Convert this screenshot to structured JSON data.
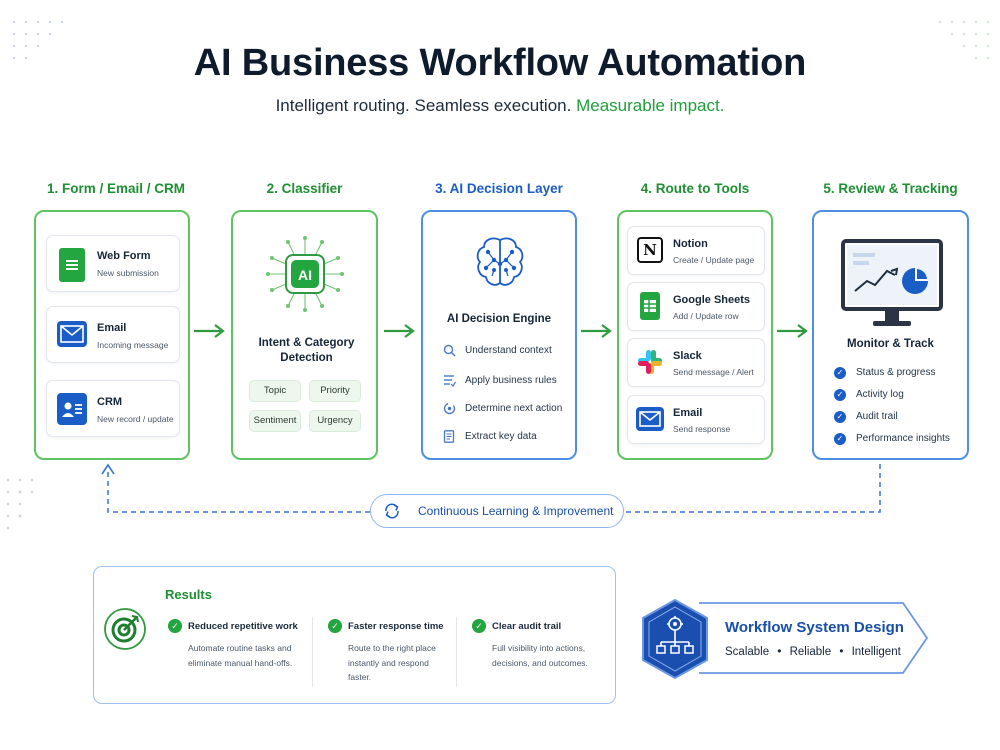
{
  "header": {
    "title": "AI Business Workflow Automation",
    "subtitle_main": "Intelligent routing. Seamless execution.",
    "subtitle_accent": "Measurable impact."
  },
  "stages": [
    {
      "heading": "1. Form / Email / CRM",
      "cards": [
        {
          "name": "Web Form",
          "desc": "New submission",
          "icon": "sheet-doc-icon"
        },
        {
          "name": "Email",
          "desc": "Incoming message",
          "icon": "envelope-icon"
        },
        {
          "name": "CRM",
          "desc": "New record / update",
          "icon": "contact-card-icon"
        }
      ]
    },
    {
      "heading": "2. Classifier",
      "chip_label": "AI",
      "detect_label": "Intent & Category Detection",
      "tags": [
        "Topic",
        "Priority",
        "Sentiment",
        "Urgency"
      ]
    },
    {
      "heading": "3. AI Decision Layer",
      "engine_label": "AI Decision Engine",
      "items": [
        "Understand context",
        "Apply business rules",
        "Determine next action",
        "Extract key data"
      ]
    },
    {
      "heading": "4. Route to Tools",
      "tools": [
        {
          "name": "Notion",
          "desc": "Create / Update page",
          "icon": "notion-icon"
        },
        {
          "name": "Google Sheets",
          "desc": "Add / Update row",
          "icon": "google-sheets-icon"
        },
        {
          "name": "Slack",
          "desc": "Send message / Alert",
          "icon": "slack-icon"
        },
        {
          "name": "Email",
          "desc": "Send response",
          "icon": "envelope-icon"
        }
      ]
    },
    {
      "heading": "5. Review & Tracking",
      "monitor_label": "Monitor & Track",
      "checks": [
        "Status & progress",
        "Activity log",
        "Audit trail",
        "Performance insights"
      ]
    }
  ],
  "loop": {
    "label": "Continuous Learning & Improvement"
  },
  "results": {
    "title": "Results",
    "items": [
      {
        "title": "Reduced repetitive work",
        "desc": "Automate routine tasks and eliminate manual hand-offs."
      },
      {
        "title": "Faster response time",
        "desc": "Route to the right place instantly and respond faster."
      },
      {
        "title": "Clear audit trail",
        "desc": "Full visibility into actions, decisions, and outcomes."
      }
    ]
  },
  "design_badge": {
    "title": "Workflow System Design",
    "tags": [
      "Scalable",
      "Reliable",
      "Intelligent"
    ],
    "separator": "•"
  },
  "colors": {
    "green": "#1f8f34",
    "blue": "#1a5dc7",
    "navy": "#0e1b2c"
  }
}
